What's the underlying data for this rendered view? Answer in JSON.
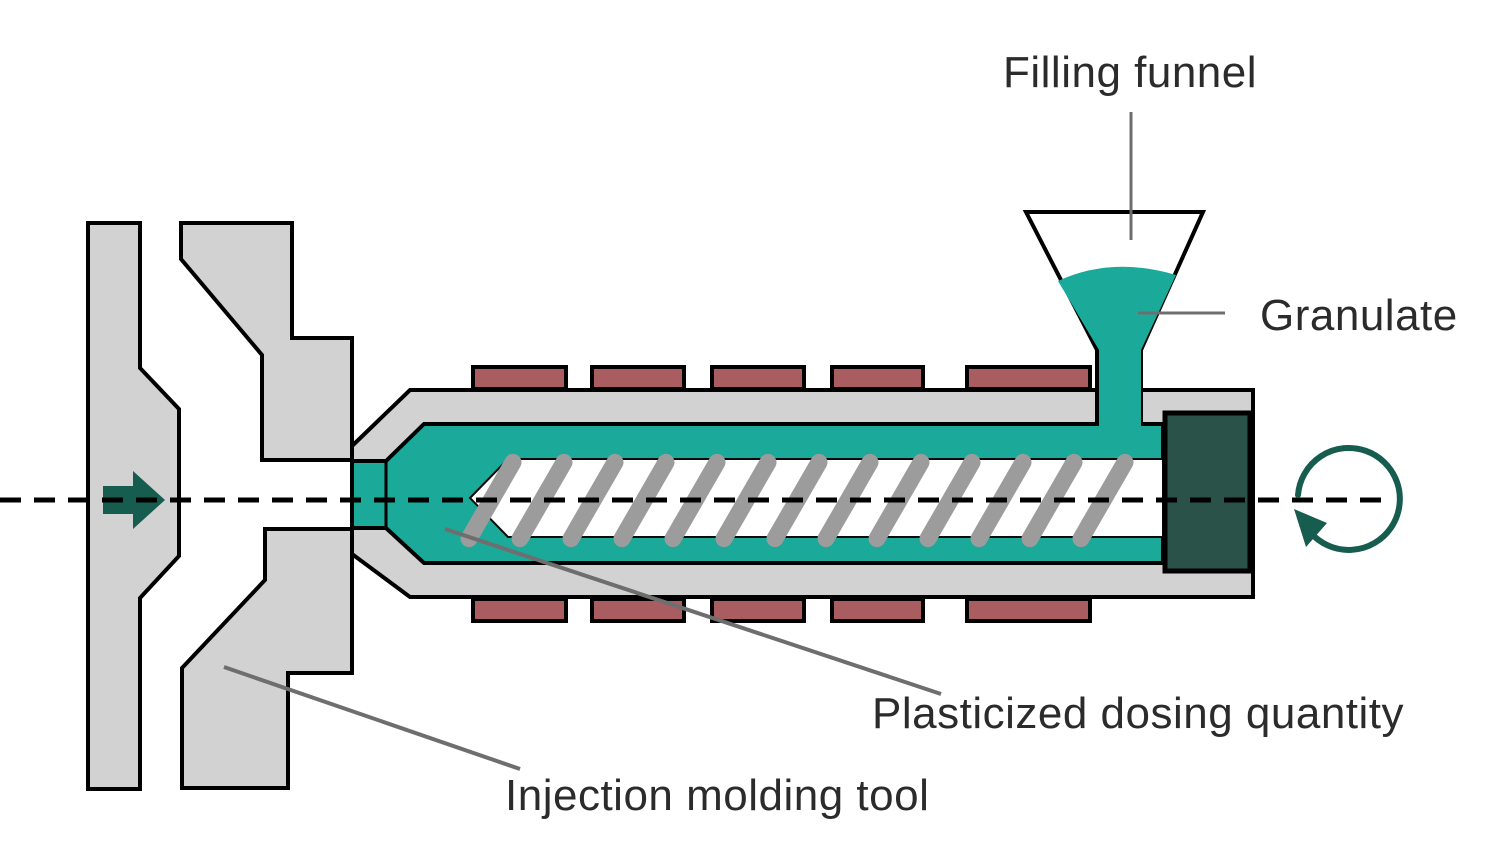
{
  "labels": {
    "filling_funnel": "Filling funnel",
    "granulate": "Granulate",
    "plasticized": "Plasticized dosing quantity",
    "injection_tool": "Injection molding tool"
  },
  "colors": {
    "teal": "#1BA99A",
    "dark_teal": "#175D4F",
    "block_green": "#2A5249",
    "heater_red": "#A95D60",
    "machine_gray": "#D2D2D2",
    "flight_gray": "#9C9C9C",
    "outline": "#000000",
    "leader_gray": "#6E6E6E",
    "text": "#2B2B2B",
    "screw_white": "#FFFFFF"
  }
}
